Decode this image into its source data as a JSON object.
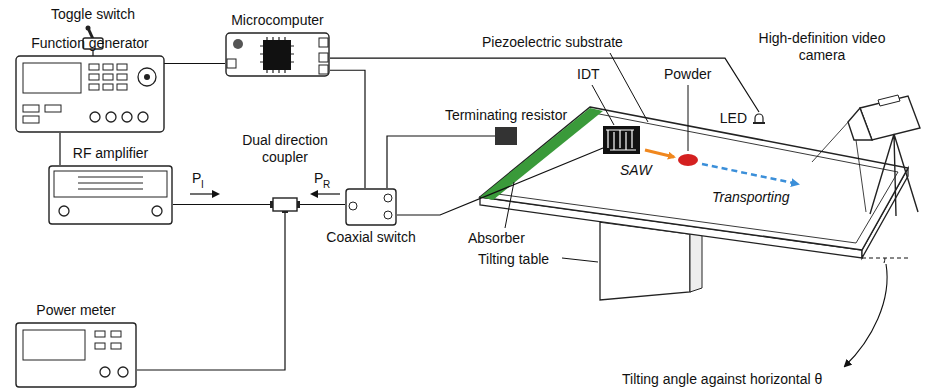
{
  "diagram": {
    "nodes": [
      {
        "text": [
          "Function generator"
        ]
      },
      {
        "text": [
          "RF amplifier"
        ]
      },
      {
        "text": [
          "Dual direction coupler"
        ]
      },
      {
        "text": [
          "Power meter"
        ]
      },
      {
        "text": [
          "Toggle switch"
        ]
      },
      {
        "text": [
          "Microcomputer"
        ]
      },
      {
        "text": [
          "Coaxial switch"
        ]
      },
      {
        "text": [
          "Terminating resistor"
        ]
      },
      {
        "text": [
          "LED"
        ]
      },
      {
        "text": [
          "High-definition video camera"
        ]
      }
    ],
    "edges": [
      {
        "from": 0,
        "to": 1,
        "arrow": "none"
      },
      {
        "from": 1,
        "to": 2,
        "arrow": "none"
      },
      {
        "from": 2,
        "to": 6,
        "arrow": "none"
      },
      {
        "from": 2,
        "to": 3,
        "arrow": "none"
      },
      {
        "from": 6,
        "to": 7,
        "arrow": "none"
      },
      {
        "from": 4,
        "to": 5,
        "arrow": "none"
      },
      {
        "from": 5,
        "to": 6,
        "arrow": "none"
      },
      {
        "from": 5,
        "to": 8,
        "arrow": "none"
      }
    ],
    "labels": [
      "P",
      "I",
      "P",
      "R",
      "Piezoelectric substrate",
      "IDT",
      "Powder",
      "SAW",
      "Transporting",
      "Absorber",
      "Tilting table",
      "Tilting angle against horizontal θ"
    ]
  }
}
